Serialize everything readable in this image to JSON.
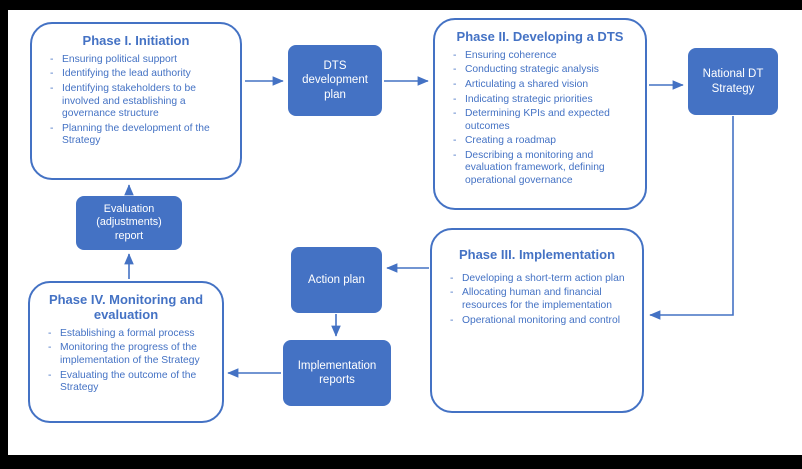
{
  "colors": {
    "accent": "#4472C4",
    "node_fill": "#4472C4",
    "node_text": "#FFFFFF",
    "canvas": "#FFFFFF",
    "frame": "#000000"
  },
  "diagram": {
    "phase1": {
      "title": "Phase I. Initiation",
      "items": [
        "Ensuring political support",
        "Identifying the lead authority",
        "Identifying stakeholders to be involved and establishing a governance structure",
        "Planning the development of the Strategy"
      ]
    },
    "dts_plan": {
      "label": "DTS development plan"
    },
    "phase2": {
      "title": "Phase II. Developing a DTS",
      "items": [
        "Ensuring coherence",
        "Conducting strategic analysis",
        "Articulating a shared vision",
        "Indicating strategic priorities",
        "Determining KPIs and expected outcomes",
        "Creating a roadmap",
        "Describing a monitoring and evaluation framework, defining operational governance"
      ]
    },
    "national_strategy": {
      "label": "National DT Strategy"
    },
    "phase3": {
      "title": "Phase III. Implementation",
      "items": [
        "Developing a short-term action plan",
        "Allocating human and financial resources for the implementation",
        "Operational monitoring and control"
      ]
    },
    "action_plan": {
      "label": "Action plan"
    },
    "implementation_reports": {
      "label": "Implementation reports"
    },
    "evaluation_report": {
      "label": "Evaluation (adjustments) report"
    },
    "phase4": {
      "title": "Phase IV. Monitoring and evaluation",
      "items": [
        "Establishing a formal process",
        "Monitoring the progress of the implementation of the Strategy",
        "Evaluating the outcome of the Strategy"
      ]
    }
  }
}
